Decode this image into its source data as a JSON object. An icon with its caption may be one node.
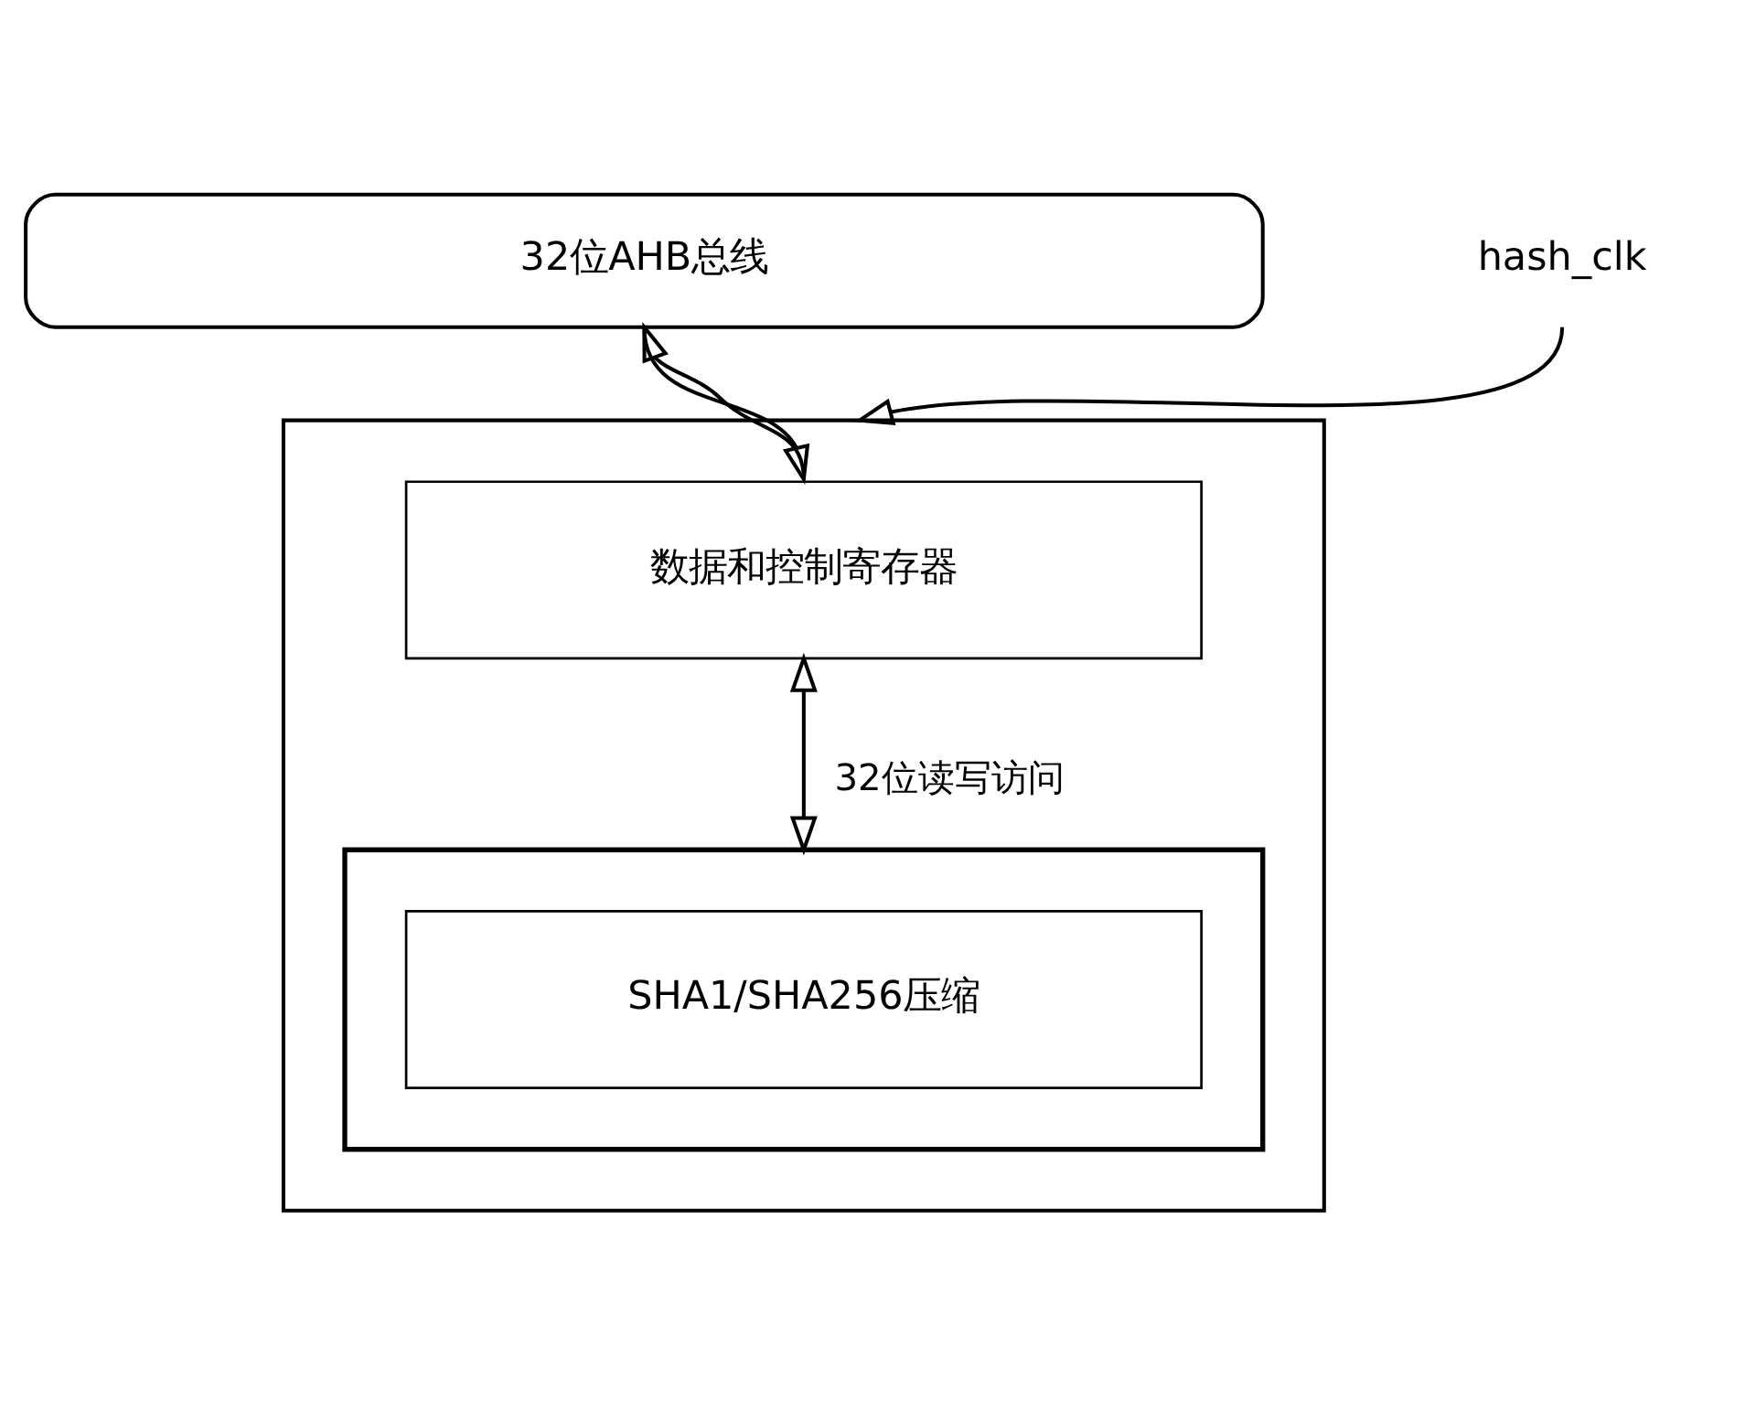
{
  "diagram": {
    "nodes": [
      {
        "text": [
          "32位AHB总线"
        ]
      },
      {
        "text": [],
        "shape": "box"
      },
      {
        "text": [
          "数据和控制寄存器"
        ],
        "in": 1
      },
      {
        "text": [],
        "shape": "box",
        "in": 1
      },
      {
        "text": [
          "SHA1/SHA256压缩"
        ],
        "in": 3
      },
      {
        "text": [
          "hash_clk"
        ]
      }
    ],
    "edges": [
      {
        "from": 0,
        "to": 2,
        "arrow": "to"
      },
      {
        "from": 2,
        "to": 0,
        "arrow": "to"
      },
      {
        "from": 2,
        "to": 3,
        "arrow": "both",
        "label": "32位读写访问"
      },
      {
        "from": 5,
        "to": 1,
        "arrow": "to"
      }
    ]
  }
}
